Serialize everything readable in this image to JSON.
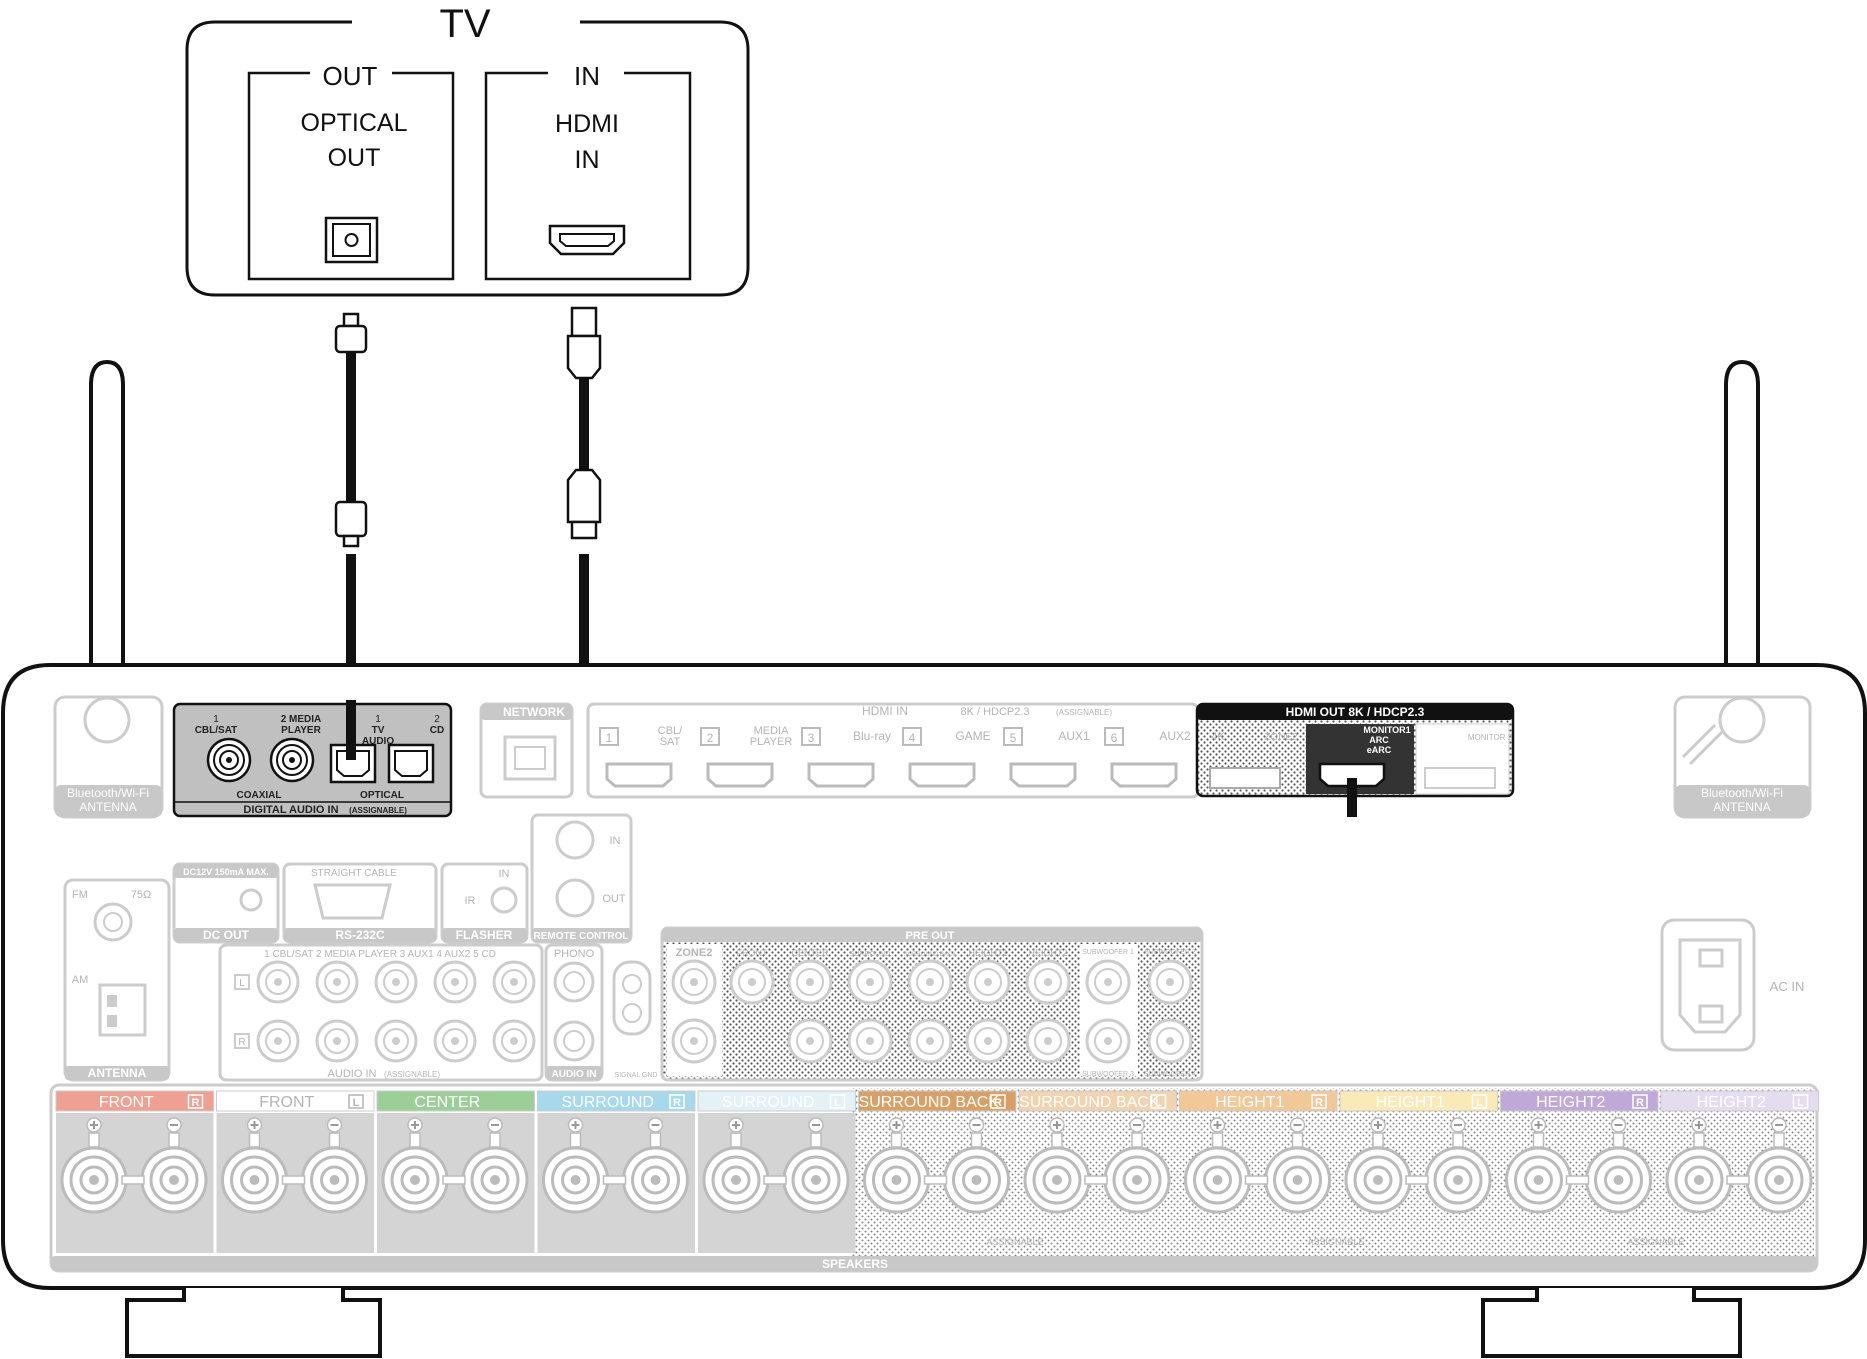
{
  "tv": {
    "title": "TV",
    "out_header": "OUT",
    "out_line1": "OPTICAL",
    "out_line2": "OUT",
    "in_header": "IN",
    "in_line1": "HDMI",
    "in_line2": "IN"
  },
  "receiver": {
    "bt_antenna_line1": "Bluetooth/Wi-Fi",
    "bt_antenna_line2": "ANTENNA",
    "digital_audio": {
      "label_1": "1",
      "label_cbl": "CBL/SAT",
      "label_2": "2 MEDIA",
      "label_player": "PLAYER",
      "label_tv_1": "1",
      "label_tv": "TV",
      "label_audio": "AUDIO",
      "label_cd_2": "2",
      "label_cd": "CD",
      "coaxial": "COAXIAL",
      "optical": "OPTICAL",
      "title": "DIGITAL AUDIO IN",
      "assignable": "(ASSIGNABLE)"
    },
    "network": "NETWORK",
    "hdmi_in": {
      "title": "HDMI IN",
      "spec": "8K / HDCP2.3",
      "assignable": "(ASSIGNABLE)",
      "ports": [
        {
          "num": "1",
          "name1": "CBL/",
          "name2": "SAT"
        },
        {
          "num": "2",
          "name1": "MEDIA",
          "name2": "PLAYER"
        },
        {
          "num": "3",
          "name1": "Blu-ray",
          "name2": ""
        },
        {
          "num": "4",
          "name1": "GAME",
          "name2": ""
        },
        {
          "num": "5",
          "name1": "AUX1",
          "name2": ""
        },
        {
          "num": "6",
          "name1": "AUX2",
          "name2": ""
        }
      ]
    },
    "hdmi_out": {
      "title": "HDMI OUT  8K / HDCP2.3",
      "left": "4K",
      "zone": "ZONE2",
      "monitor1": "MONITOR1",
      "arc": "ARC",
      "earc": "eARC",
      "monitor2": "MONITOR 2"
    },
    "dc_out": {
      "spec": "DC12V 150mA MAX.",
      "label": "DC OUT"
    },
    "rs232": {
      "top": "STRAIGHT CABLE",
      "label": "RS-232C"
    },
    "flasher": {
      "in": "IN",
      "ir": "IR",
      "label": "FLASHER"
    },
    "remote": {
      "in": "IN",
      "out": "OUT",
      "label": "REMOTE CONTROL"
    },
    "antenna": {
      "fm": "FM",
      "ohm": "75Ω",
      "am": "AM",
      "label": "ANTENNA"
    },
    "audio_in": {
      "labels": "1 CBL/SAT  2 MEDIA PLAYER  3 AUX1   4 AUX2    5 CD",
      "title": "AUDIO IN",
      "assignable": "(ASSIGNABLE)",
      "l": "L",
      "r": "R"
    },
    "phono": {
      "label": "PHONO",
      "bottom": "AUDIO IN",
      "gnd": "SIGNAL GND"
    },
    "pre_out": {
      "title": "PRE OUT",
      "zone2": "ZONE2",
      "channels": [
        "FRONT",
        "CENTER",
        "SURROUND",
        "SURROUND BACK",
        "HEIGHT1",
        "HEIGHT2"
      ],
      "sub1": "SUBWOOFER 1",
      "sub2": "SUBWOOFER 2",
      "sub3": "SUBWOOFER 3",
      "sub4": "SUBWOOFER 4"
    },
    "ac_in": "AC IN",
    "speakers": {
      "label": "SPEAKERS",
      "assignable": "ASSIGNABLE",
      "groups": [
        {
          "name": "FRONT",
          "side": "R",
          "color": "#f0a090"
        },
        {
          "name": "FRONT",
          "side": "L",
          "color": "#ffffff"
        },
        {
          "name": "CENTER",
          "side": "",
          "color": "#9ccf98"
        },
        {
          "name": "SURROUND",
          "side": "R",
          "color": "#a8d8ec"
        },
        {
          "name": "SURROUND",
          "side": "L",
          "color": "#e4f2f8"
        },
        {
          "name": "SURROUND BACK",
          "side": "R",
          "color": "#d9a066"
        },
        {
          "name": "SURROUND BACK",
          "side": "L",
          "color": "#f1d3b0"
        },
        {
          "name": "HEIGHT1",
          "side": "R",
          "color": "#f2c896"
        },
        {
          "name": "HEIGHT1",
          "side": "L",
          "color": "#f9eab8"
        },
        {
          "name": "HEIGHT2",
          "side": "R",
          "color": "#c0a8d8"
        },
        {
          "name": "HEIGHT2",
          "side": "L",
          "color": "#e6dcf0"
        }
      ]
    }
  }
}
